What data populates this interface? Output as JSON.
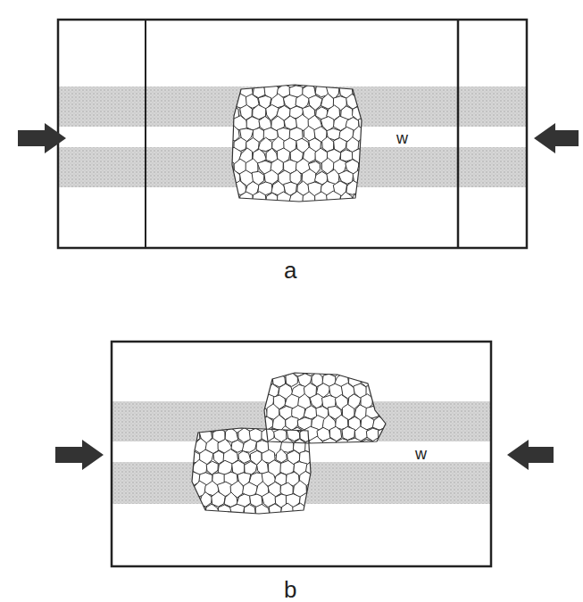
{
  "diagram": {
    "labels": [
      "w",
      "a",
      "w",
      "b"
    ]
  }
}
